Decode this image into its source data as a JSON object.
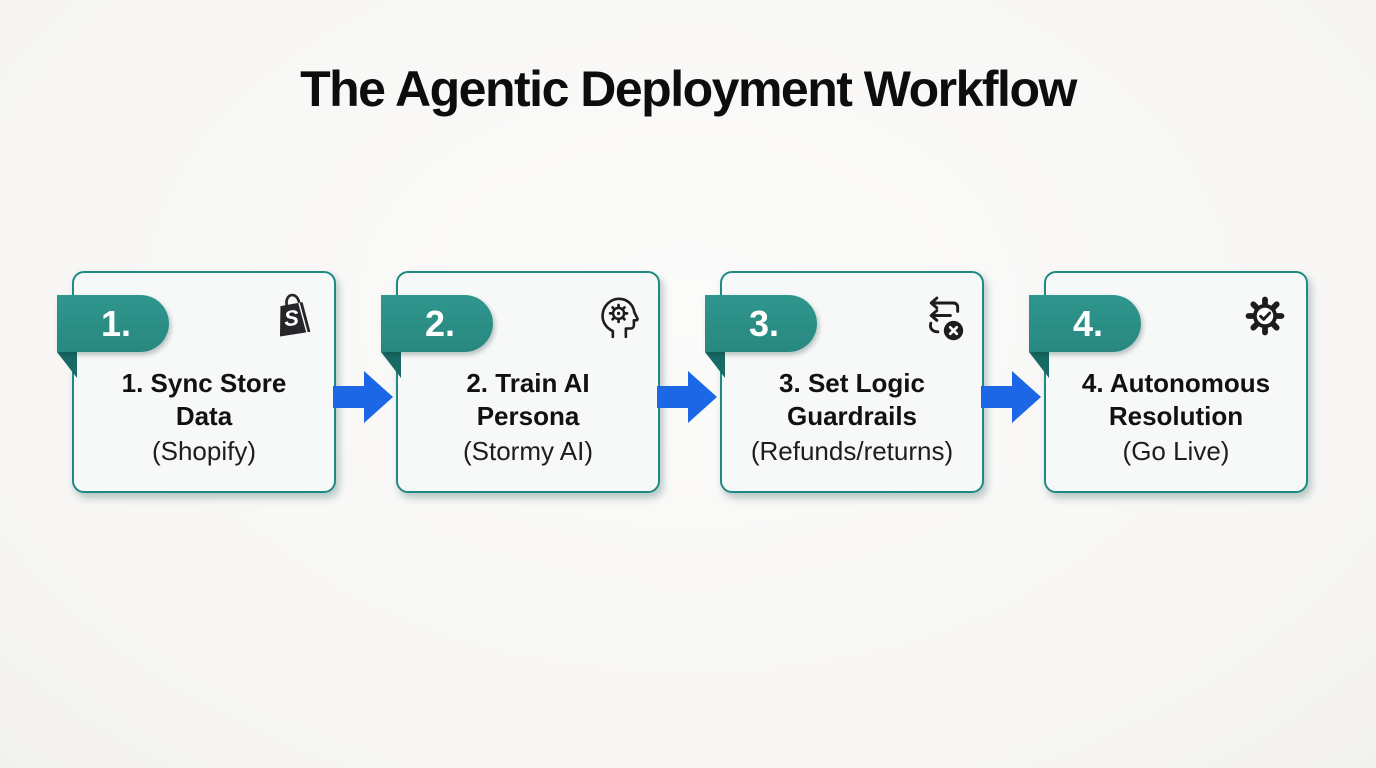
{
  "header": {
    "title": "The Agentic Deployment Workflow"
  },
  "workflow": {
    "steps": [
      {
        "badge": "1.",
        "icon": "shopify-bag-icon",
        "title": "1. Sync Store Data",
        "subtitle": "(Shopify)"
      },
      {
        "badge": "2.",
        "icon": "head-gear-icon",
        "title": "2. Train AI Persona",
        "subtitle": "(Stormy AI)"
      },
      {
        "badge": "3.",
        "icon": "returns-cancel-icon",
        "title": "3. Set Logic Guardrails",
        "subtitle": "(Refunds/returns)"
      },
      {
        "badge": "4.",
        "icon": "gear-check-icon",
        "title": "4. Autonomous Resolution",
        "subtitle": "(Go Live)"
      }
    ],
    "colors": {
      "accent_teal": "#2b8d85",
      "accent_teal_dark": "#186b64",
      "card_border": "#1e8a82",
      "card_background": "#f7f8f8",
      "arrow_blue": "#1b67e6",
      "text": "#111111",
      "page_background": "#f7f6f4"
    }
  }
}
